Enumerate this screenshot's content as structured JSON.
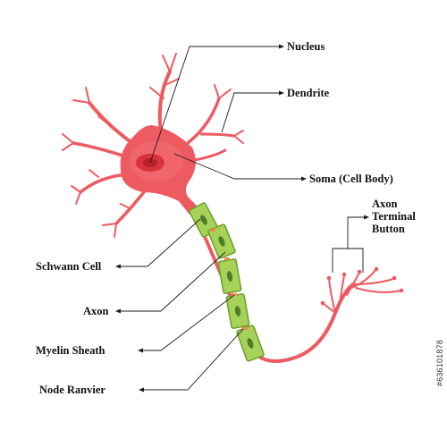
{
  "labels": {
    "nucleus": "Nucleus",
    "dendrite": "Dendrite",
    "soma": "Soma (Cell Body)",
    "axon_terminal_line1": "Axon",
    "axon_terminal_line2": "Terminal",
    "axon_terminal_line3": "Button",
    "schwann_cell": "Schwann Cell",
    "axon": "Axon",
    "myelin_sheath": "Myelin Sheath",
    "node_ranvier": "Node Ranvier"
  },
  "watermark": "#636101878",
  "colors": {
    "soma": "#ee5a62",
    "soma_light": "#f6a5a8",
    "nucleus": "#d8333c",
    "myelin": "#a6d25a",
    "myelin_border": "#6f9e2a",
    "node": "#f2865a"
  }
}
